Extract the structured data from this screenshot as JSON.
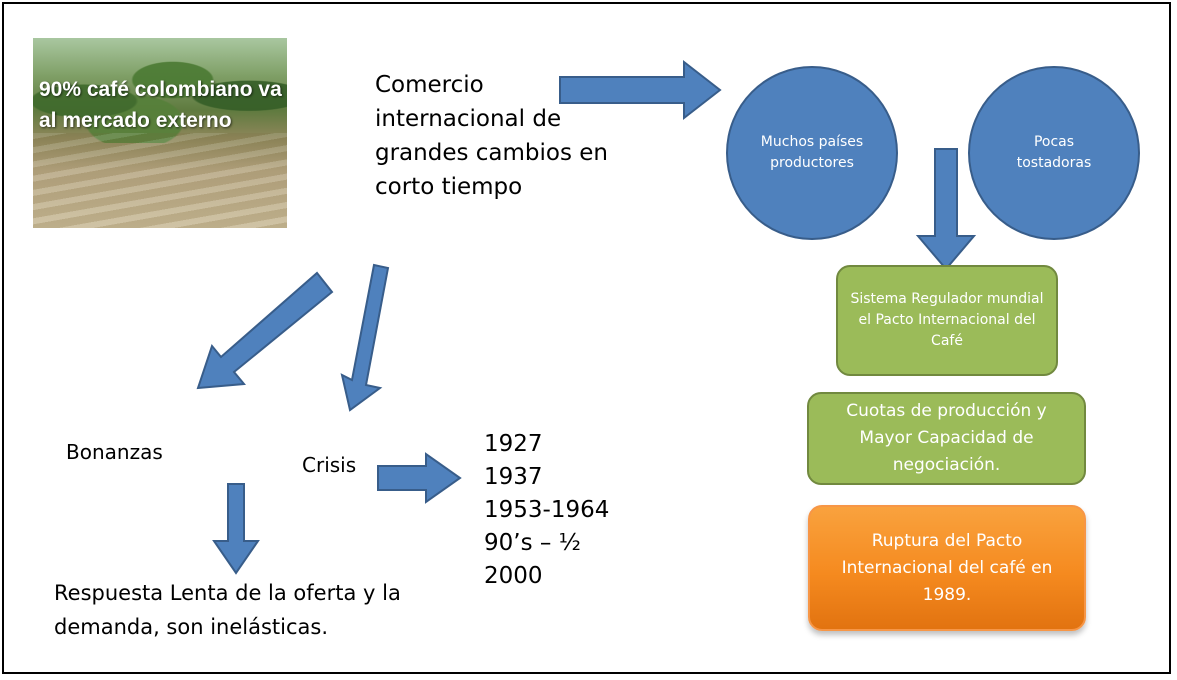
{
  "photo": {
    "caption": "90% café colombiano va al mercado externo"
  },
  "main_text": "Comercio internacional de grandes cambios en corto tiempo",
  "bonanzas": "Bonanzas",
  "crisis": "Crisis",
  "years": [
    "1927",
    "1937",
    "1953-1964",
    "90’s – ½",
    "2000"
  ],
  "respuesta": "Respuesta Lenta de la oferta y la demanda, son inelásticas.",
  "ellipses": {
    "productores": "Muchos países productores",
    "tostadoras": "Pocas tostadoras"
  },
  "boxes": {
    "sistema": "Sistema Regulador mundial el Pacto Internacional del Café",
    "cuotas": "Cuotas de producción y Mayor Capacidad de negociación.",
    "ruptura": "Ruptura del Pacto Internacional del café en 1989."
  },
  "colors": {
    "arrow_fill": "#4f81bd",
    "arrow_stroke": "#385d8a",
    "green_box": "#9bbb59",
    "orange_box": "#f79646"
  }
}
